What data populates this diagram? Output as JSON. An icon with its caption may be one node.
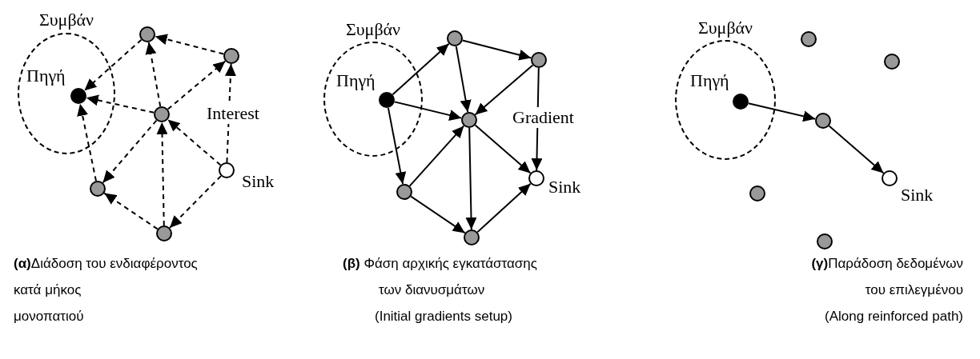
{
  "diagram": {
    "nodes": [
      {
        "text": [
          "Συμβάν"
        ]
      },
      {
        "text": [],
        "shape": "circle",
        "beside": [
          "Πηγή"
        ],
        "in": 0
      },
      {
        "text": [],
        "shape": "circle"
      },
      {
        "text": [],
        "shape": "circle"
      },
      {
        "text": [],
        "shape": "circle"
      },
      {
        "text": [],
        "shape": "circle",
        "beside": [
          "Sink"
        ]
      },
      {
        "text": [],
        "shape": "circle"
      },
      {
        "text": [],
        "shape": "circle"
      },
      {
        "text": [
          "Συμβάν"
        ]
      },
      {
        "text": [],
        "shape": "circle",
        "beside": [
          "Πηγή"
        ],
        "in": 8
      },
      {
        "text": [],
        "shape": "circle"
      },
      {
        "text": [],
        "shape": "circle"
      },
      {
        "text": [],
        "shape": "circle"
      },
      {
        "text": [],
        "shape": "circle",
        "beside": [
          "Sink"
        ]
      },
      {
        "text": [],
        "shape": "circle"
      },
      {
        "text": [],
        "shape": "circle"
      },
      {
        "text": [
          "Συμβάν"
        ]
      },
      {
        "text": [],
        "shape": "circle",
        "beside": [
          "Πηγή"
        ],
        "in": 16
      },
      {
        "text": [],
        "shape": "circle"
      },
      {
        "text": [],
        "shape": "circle"
      },
      {
        "text": [],
        "shape": "circle"
      },
      {
        "text": [],
        "shape": "circle",
        "beside": [
          "Sink"
        ]
      },
      {
        "text": [],
        "shape": "circle"
      },
      {
        "text": [],
        "shape": "circle"
      }
    ],
    "edges": [
      {
        "from": 5,
        "to": 3,
        "arrow": "to",
        "style": "dashed"
      },
      {
        "from": 3,
        "to": 2,
        "arrow": "to",
        "style": "dashed"
      },
      {
        "from": 4,
        "to": 3,
        "arrow": "to",
        "style": "dashed"
      },
      {
        "from": 4,
        "to": 2,
        "arrow": "to",
        "style": "dashed"
      },
      {
        "from": 2,
        "to": 1,
        "arrow": "to",
        "style": "dashed"
      },
      {
        "from": 4,
        "to": 1,
        "arrow": "to",
        "style": "dashed"
      },
      {
        "from": 6,
        "to": 1,
        "arrow": "to",
        "style": "dashed"
      },
      {
        "from": 5,
        "to": 4,
        "arrow": "to",
        "style": "dashed"
      },
      {
        "from": 7,
        "to": 4,
        "arrow": "to",
        "style": "dashed"
      },
      {
        "from": 4,
        "to": 6,
        "arrow": "to",
        "style": "dashed"
      },
      {
        "from": 7,
        "to": 6,
        "arrow": "to",
        "style": "dashed"
      },
      {
        "from": 5,
        "to": 7,
        "arrow": "to",
        "style": "dashed"
      },
      {
        "from": 9,
        "to": 10,
        "arrow": "to"
      },
      {
        "from": 9,
        "to": 12,
        "arrow": "to"
      },
      {
        "from": 9,
        "to": 14,
        "arrow": "to"
      },
      {
        "from": 10,
        "to": 11,
        "arrow": "to"
      },
      {
        "from": 10,
        "to": 12,
        "arrow": "to"
      },
      {
        "from": 11,
        "to": 12,
        "arrow": "to"
      },
      {
        "from": 11,
        "to": 13,
        "arrow": "to"
      },
      {
        "from": 12,
        "to": 13,
        "arrow": "to"
      },
      {
        "from": 12,
        "to": 15,
        "arrow": "to"
      },
      {
        "from": 14,
        "to": 12,
        "arrow": "to"
      },
      {
        "from": 14,
        "to": 15,
        "arrow": "to"
      },
      {
        "from": 15,
        "to": 13,
        "arrow": "to"
      },
      {
        "from": 17,
        "to": 20,
        "arrow": "to"
      },
      {
        "from": 20,
        "to": 21,
        "arrow": "to"
      }
    ],
    "labels": [
      "Interest",
      "Gradient",
      "**(α)**Διάδοση του ενδιαφέροντος",
      "**(β)** Φάση αρχικής εγκατάστασης",
      "**(γ)**Παράδοση δεδομένων",
      "κατά μήκος",
      "των διανυσμάτων",
      "του επιλεγμένου",
      "μονοπατιού",
      "(Initial gradients setup)",
      "(Along reinforced path)"
    ]
  }
}
